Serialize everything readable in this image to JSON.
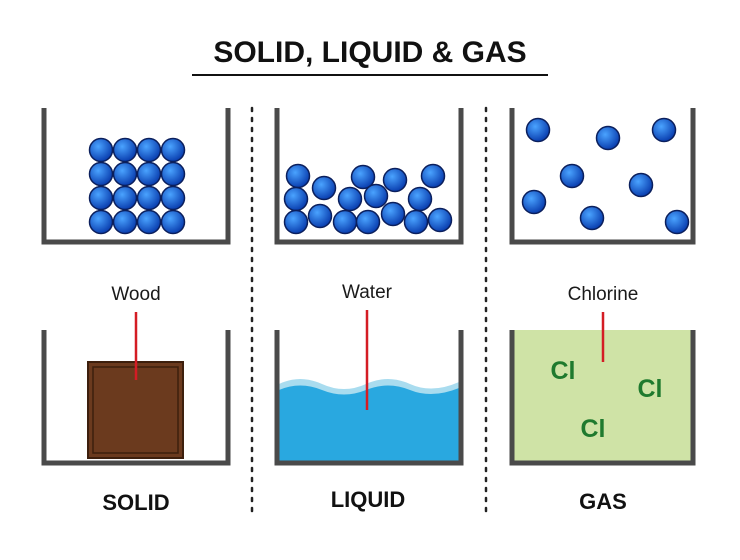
{
  "title": "SOLID, LIQUID & GAS",
  "colors": {
    "particle_light": "#4aa3ff",
    "particle_dark": "#0a3fb0",
    "particle_stroke": "#0b1f5c",
    "wood": "#6b3a1e",
    "wood_edge": "#3d1f0d",
    "water": "#29a8e0",
    "wave_light": "#a9dcef",
    "gas_fill": "#cfe3a6",
    "pointer": "#d41c24",
    "beaker": "#4a4a4a",
    "cl_text": "#1f7a2e"
  },
  "columns": [
    {
      "state": "SOLID",
      "material": "Wood"
    },
    {
      "state": "LIQUID",
      "material": "Water"
    },
    {
      "state": "GAS",
      "material": "Chlorine",
      "symbols": [
        "Cl",
        "Cl",
        "Cl"
      ]
    }
  ]
}
